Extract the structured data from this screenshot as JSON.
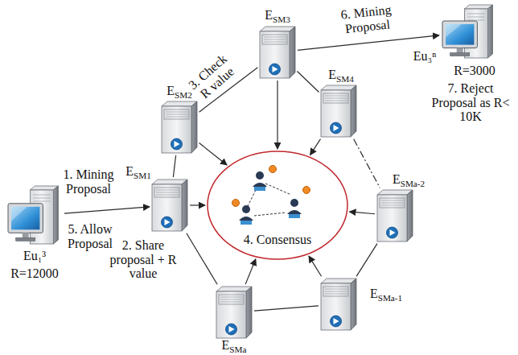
{
  "diagram": {
    "nodes": [
      {
        "text": [
          "Eu₁³",
          "R=12000"
        ]
      },
      {
        "text": [
          "ESM1"
        ]
      },
      {
        "text": [
          "ESM2"
        ]
      },
      {
        "text": [
          "ESM3"
        ]
      },
      {
        "text": [
          "ESM4"
        ]
      },
      {
        "text": [
          "Eu₃ⁿ",
          "R=3000"
        ]
      },
      {
        "text": [
          "4. Consensus"
        ]
      },
      {
        "text": [
          "ESMa-2"
        ]
      },
      {
        "text": [
          "ESMa-1"
        ]
      },
      {
        "text": [
          "ESMa"
        ]
      }
    ],
    "edges": [
      {
        "from": 0,
        "to": 1,
        "arrow": "to",
        "label": "1. Mining Proposal"
      },
      {
        "from": 1,
        "to": 2,
        "arrow": "none"
      },
      {
        "from": 2,
        "to": 3,
        "arrow": "none",
        "label": "3. Check R value"
      },
      {
        "from": 3,
        "to": 5,
        "arrow": "to",
        "label": "6. Mining Proposal"
      },
      {
        "from": 3,
        "to": 4,
        "arrow": "none"
      },
      {
        "from": 4,
        "to": 7,
        "arrow": "none"
      },
      {
        "from": 7,
        "to": 8,
        "arrow": "none"
      },
      {
        "from": 8,
        "to": 9,
        "arrow": "none"
      },
      {
        "from": 9,
        "to": 1,
        "arrow": "none"
      },
      {
        "from": 1,
        "to": 6,
        "arrow": "to"
      },
      {
        "from": 2,
        "to": 6,
        "arrow": "to"
      },
      {
        "from": 3,
        "to": 6,
        "arrow": "to"
      },
      {
        "from": 4,
        "to": 6,
        "arrow": "to"
      },
      {
        "from": 7,
        "to": 6,
        "arrow": "to"
      },
      {
        "from": 8,
        "to": 6,
        "arrow": "to"
      },
      {
        "from": 9,
        "to": 6,
        "arrow": "to"
      }
    ],
    "labels": [
      "5. Allow Proposal",
      "2. Share proposal + R value",
      "7. Reject Proposal as R< 10K"
    ]
  }
}
